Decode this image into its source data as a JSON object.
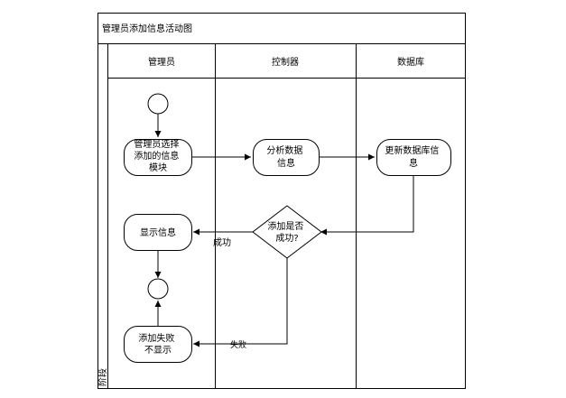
{
  "diagram": {
    "title": "管理员添加信息活动图",
    "phase_label": "阶段",
    "lanes": [
      {
        "id": "admin",
        "label": "管理员"
      },
      {
        "id": "controller",
        "label": "控制器"
      },
      {
        "id": "database",
        "label": "数据库"
      }
    ],
    "nodes": {
      "select_module": [
        "管理员选择",
        "添加的信息",
        "模块"
      ],
      "analyze_data": [
        "分析数据",
        "信息"
      ],
      "update_db": [
        "更新数据库信",
        "息"
      ],
      "decision": [
        "添加是否",
        "成功?"
      ],
      "show_info": [
        "显示信息"
      ],
      "fail_no_show": [
        "添加失败",
        "不显示"
      ]
    },
    "edge_labels": {
      "success": "成功",
      "failure": "失败"
    }
  }
}
